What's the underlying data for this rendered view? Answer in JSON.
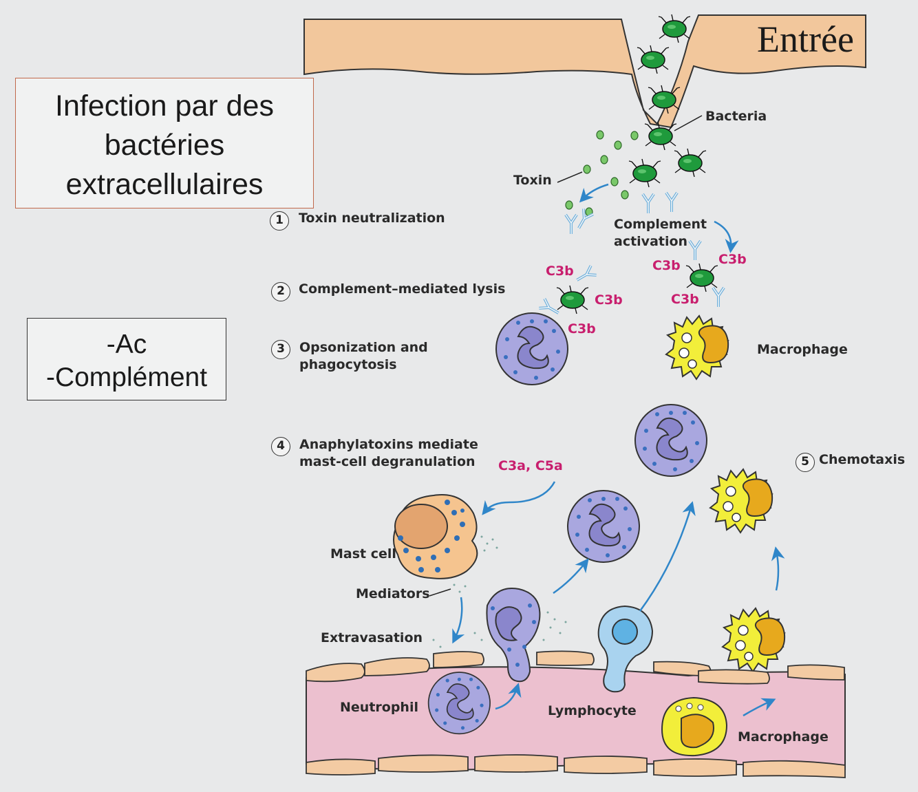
{
  "title_box": {
    "lines": [
      "Infection par des",
      "bactéries",
      "extracellulaires"
    ]
  },
  "ac_box": {
    "lines": [
      "-Ac",
      "-Complément"
    ]
  },
  "header": {
    "entree": "Entrée"
  },
  "steps": [
    {
      "num": "1",
      "lines": [
        "Toxin neutralization"
      ]
    },
    {
      "num": "2",
      "lines": [
        "Complement–mediated lysis"
      ]
    },
    {
      "num": "3",
      "lines": [
        "Opsonization and",
        "phagocytosis"
      ]
    },
    {
      "num": "4",
      "lines": [
        "Anaphylatoxins mediate",
        "mast-cell degranulation"
      ]
    },
    {
      "num": "5",
      "lines": [
        "Chemotaxis"
      ]
    }
  ],
  "labels": {
    "bacteria": "Bacteria",
    "toxin": "Toxin",
    "complement_activation": [
      "Complement",
      "activation"
    ],
    "macrophage_top": "Macrophage",
    "mast_cell": "Mast cell",
    "mediators": "Mediators",
    "extravasation": "Extravasation",
    "neutrophil": "Neutrophil",
    "lymphocyte": "Lymphocyte",
    "macrophage_bottom": "Macrophage",
    "c3a_c5a": "C3a, C5a",
    "c3b": "C3b"
  },
  "colors": {
    "skin": "#f2c79c",
    "bacteria": "#1f9a3c",
    "neutrophil": "#a9a7df",
    "macrophage": "#f2ee3a",
    "mast_cell": "#f5c48f",
    "vessel": "#ecc0cf",
    "endothelium": "#f3cba3",
    "lymphocyte": "#a9d3ef",
    "arrow": "#2f86c9",
    "c3_text": "#c81f6e"
  }
}
